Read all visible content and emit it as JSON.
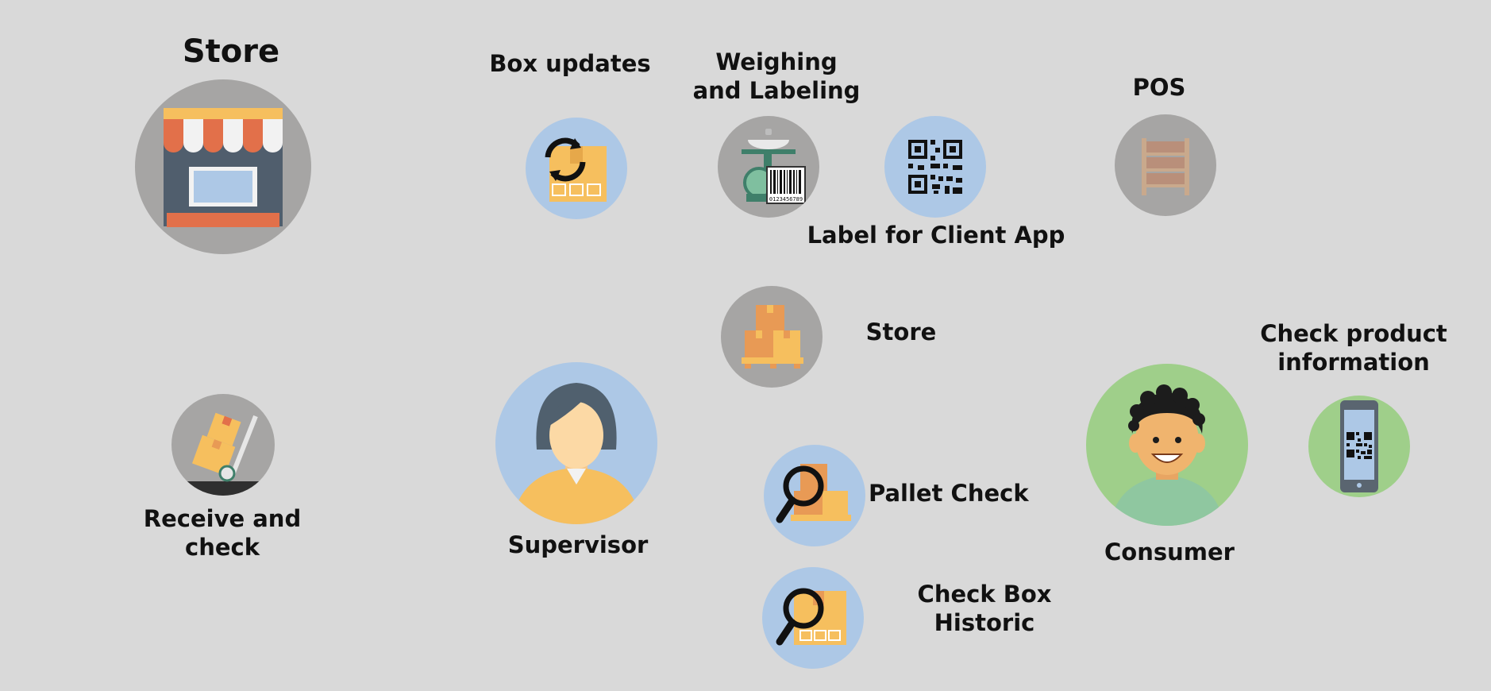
{
  "labels": {
    "store_title": "Store",
    "box_updates": "Box updates",
    "weighing_labeling": "Weighing\nand Labeling",
    "pos": "POS",
    "label_client_app": "Label for Client App",
    "store_pallet": "Store",
    "check_product_info": "Check product\ninformation",
    "receive_check": "Receive and\ncheck",
    "supervisor": "Supervisor",
    "pallet_check": "Pallet Check",
    "consumer": "Consumer",
    "check_box_historic": "Check Box\nHistoric",
    "barcode_digits": "0123456789"
  },
  "colors": {
    "background": "#d9d9d9",
    "gray_circle": "#a6a5a4",
    "blue_circle": "#adc8e6",
    "green_circle": "#9fcf8a",
    "box_orange": "#f6bf5e",
    "awning_red": "#e2704a"
  },
  "icons": [
    "store-front-icon",
    "box-sync-icon",
    "scale-barcode-icon",
    "qr-code-icon",
    "pallet-rack-icon",
    "stacked-boxes-icon",
    "hand-truck-icon",
    "supervisor-avatar-icon",
    "pallet-search-icon",
    "consumer-avatar-icon",
    "phone-qr-icon",
    "box-search-icon"
  ]
}
